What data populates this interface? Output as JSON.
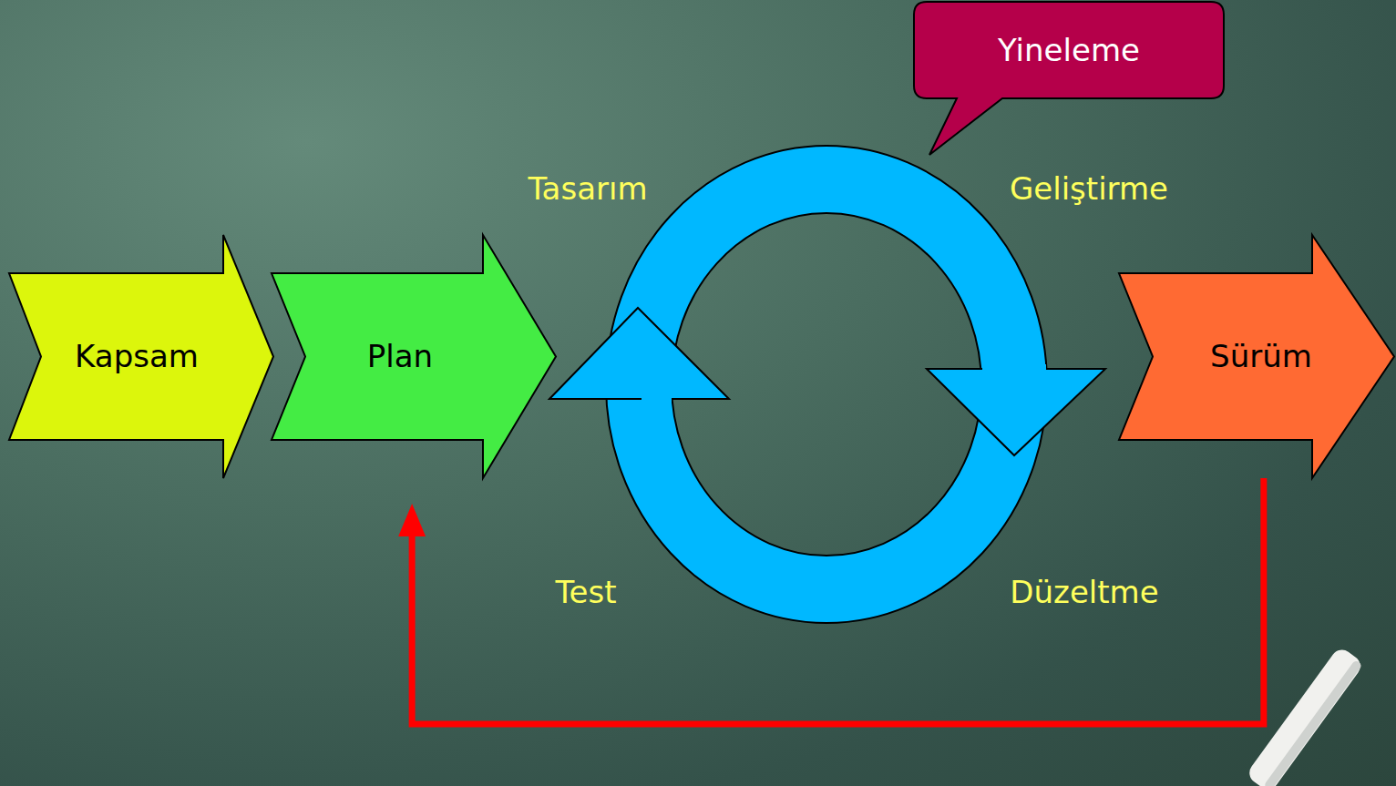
{
  "diagram": {
    "nodes": [
      {
        "text": [
          "Kapsam"
        ]
      },
      {
        "text": [
          "Plan"
        ]
      },
      {
        "text": [
          "Sürüm"
        ]
      },
      {
        "text": [
          "Yineleme"
        ]
      }
    ],
    "edges": [
      {
        "from": 2,
        "to": 1,
        "arrow": "to"
      }
    ],
    "labels": [
      "Tasarım",
      "Geliştirme",
      "Test",
      "Düzeltme"
    ]
  }
}
